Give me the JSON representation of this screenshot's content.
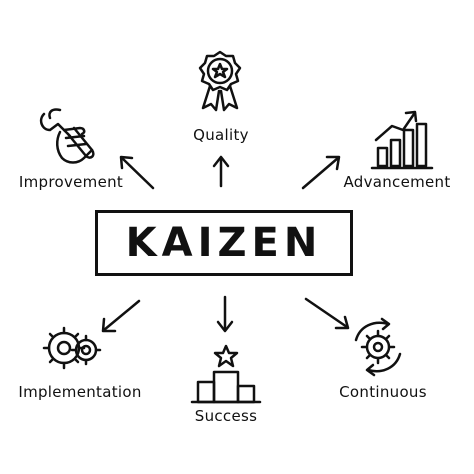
{
  "center": {
    "title": "KAIZEN"
  },
  "nodes": {
    "quality": {
      "label": "Quality",
      "icon": "award-ribbon-icon"
    },
    "improvement": {
      "label": "Improvement",
      "icon": "wrench-hand-icon"
    },
    "advancement": {
      "label": "Advancement",
      "icon": "bar-chart-growth-icon"
    },
    "implementation": {
      "label": "Implementation",
      "icon": "gears-icon"
    },
    "success": {
      "label": "Success",
      "icon": "podium-star-icon"
    },
    "continuous": {
      "label": "Continuous",
      "icon": "cycle-gear-icon"
    }
  },
  "colors": {
    "ink": "#111111",
    "background": "#ffffff"
  }
}
